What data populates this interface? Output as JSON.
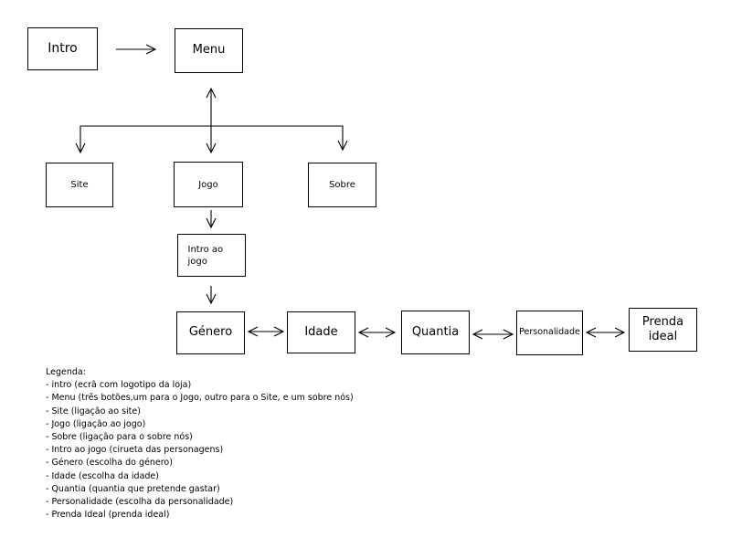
{
  "nodes": {
    "intro": "Intro",
    "menu": "Menu",
    "site": "Site",
    "jogo": "Jogo",
    "sobre": "Sobre",
    "intro_ao_jogo": "Intro ao jogo",
    "genero": "Género",
    "idade": "Idade",
    "quantia": "Quantia",
    "personalidade": "Personalidade",
    "prenda_ideal": "Prenda ideal"
  },
  "legend": {
    "title": "Legenda:",
    "items": [
      "- intro (ecrã com logotipo da loja)",
      "- Menu (três botões,um para o Jogo, outro para o Site, e um sobre nós)",
      "- Site (ligação ao site)",
      "- Jogo (ligação ao jogo)",
      "- Sobre (ligação para o sobre nós)",
      "- Intro ao jogo (cirueta das personagens)",
      "- Género (escolha do género)",
      "- Idade (escolha da idade)",
      "- Quantia (quantia que pretende gastar)",
      "- Personalidade (escolha da personalidade)",
      "- Prenda Ideal (prenda ideal)"
    ]
  }
}
